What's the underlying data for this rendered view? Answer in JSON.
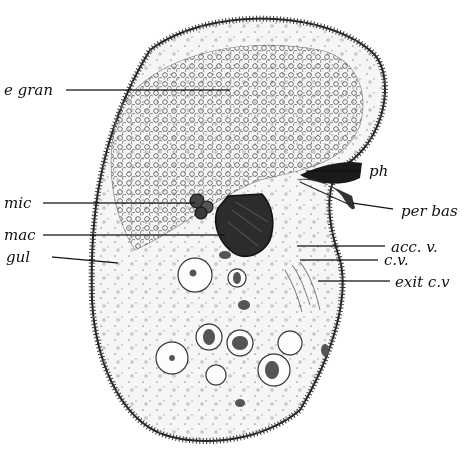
{
  "diagram": {
    "labels": {
      "e_gran": "e gran",
      "ph": "ph",
      "per_bas": "per bas",
      "mic": "mic",
      "mac": "mac",
      "acc_v": "acc. v.",
      "c_v": "c.v.",
      "exit_c_v": "exit c.v",
      "gul": "gul"
    }
  }
}
